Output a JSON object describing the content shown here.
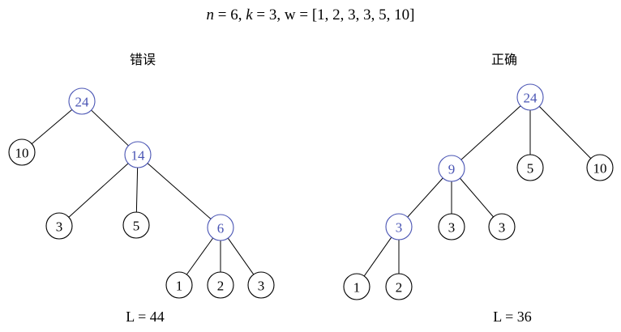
{
  "formula": {
    "n": "6",
    "k": "3",
    "w": "[1, 2, 3, 3, 5, 10]"
  },
  "colors": {
    "internal": "#4a55b4",
    "leaf": "#000000"
  },
  "trees": [
    {
      "id": "wrong",
      "heading": "错误",
      "cost_label": "L = 44",
      "nodes": [
        {
          "id": "w24",
          "label": "24",
          "kind": "internal"
        },
        {
          "id": "w10",
          "label": "10",
          "kind": "leaf",
          "parent": "w24"
        },
        {
          "id": "w14",
          "label": "14",
          "kind": "internal",
          "parent": "w24"
        },
        {
          "id": "w3",
          "label": "3",
          "kind": "leaf",
          "parent": "w14"
        },
        {
          "id": "w5",
          "label": "5",
          "kind": "leaf",
          "parent": "w14"
        },
        {
          "id": "w6",
          "label": "6",
          "kind": "internal",
          "parent": "w14"
        },
        {
          "id": "w1",
          "label": "1",
          "kind": "leaf",
          "parent": "w6"
        },
        {
          "id": "w2",
          "label": "2",
          "kind": "leaf",
          "parent": "w6"
        },
        {
          "id": "w3b",
          "label": "3",
          "kind": "leaf",
          "parent": "w6"
        }
      ]
    },
    {
      "id": "correct",
      "heading": "正确",
      "cost_label": "L = 36",
      "nodes": [
        {
          "id": "c24",
          "label": "24",
          "kind": "internal"
        },
        {
          "id": "c9",
          "label": "9",
          "kind": "internal",
          "parent": "c24"
        },
        {
          "id": "c5",
          "label": "5",
          "kind": "leaf",
          "parent": "c24"
        },
        {
          "id": "c10",
          "label": "10",
          "kind": "leaf",
          "parent": "c24"
        },
        {
          "id": "c3i",
          "label": "3",
          "kind": "internal",
          "parent": "c9"
        },
        {
          "id": "c3a",
          "label": "3",
          "kind": "leaf",
          "parent": "c9"
        },
        {
          "id": "c3b",
          "label": "3",
          "kind": "leaf",
          "parent": "c9"
        },
        {
          "id": "c1",
          "label": "1",
          "kind": "leaf",
          "parent": "c3i"
        },
        {
          "id": "c2",
          "label": "2",
          "kind": "leaf",
          "parent": "c3i"
        }
      ]
    }
  ]
}
